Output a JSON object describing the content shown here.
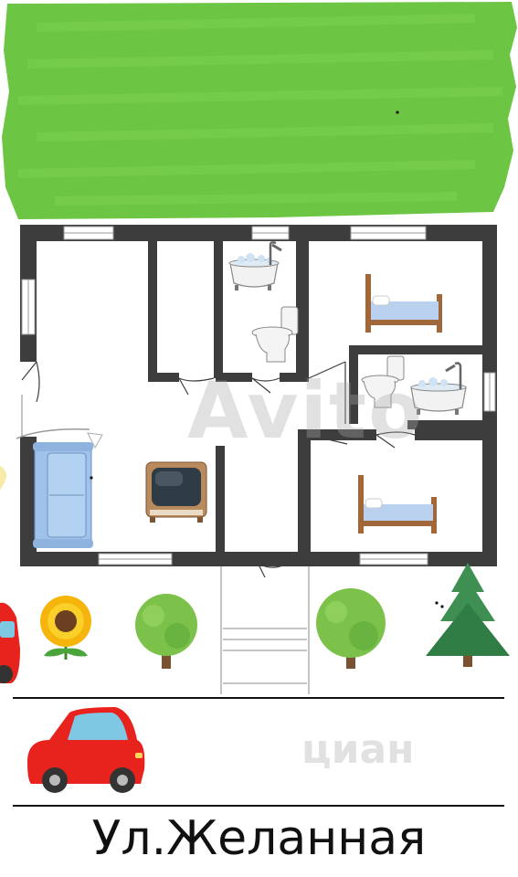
{
  "street": {
    "name": "Ул.Желанная"
  },
  "colors": {
    "lawn": "#6cc644",
    "wall": "#3d3d3d",
    "window": "#ffffff",
    "floor": "#ffffff",
    "road_line": "#111111",
    "car_body": "#e8231e",
    "car_window": "#7ec8e3",
    "sofa": "#9ec2ea",
    "tree_crown": "#7cc24a",
    "fir": "#3f8f52",
    "bed_frame": "#a0673b",
    "bed_sheet": "#b9d0ee"
  },
  "watermarks": {
    "avito": "Avito",
    "cian": "циан"
  },
  "icons": [
    "bathtub-icon",
    "toilet-icon",
    "bed-icon",
    "sofa-icon",
    "tv-icon",
    "sunflower-icon",
    "tree-icon",
    "fir-tree-icon",
    "car-icon",
    "lamp-icon"
  ]
}
